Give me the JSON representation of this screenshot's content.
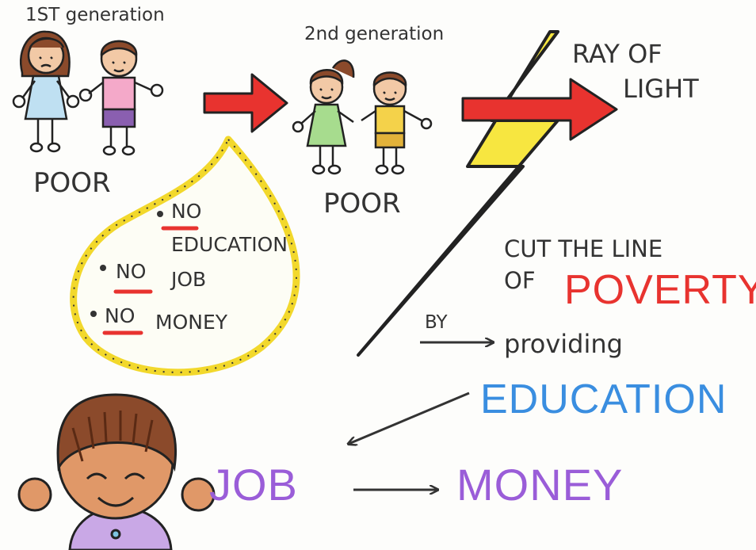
{
  "gen1": {
    "label": "1ST generation",
    "status": "POOR"
  },
  "gen2": {
    "label": "2nd generation",
    "status": "POOR"
  },
  "bubble": {
    "items": [
      {
        "neg": "NO",
        "rest": "EDUCATION"
      },
      {
        "neg": "NO",
        "rest": "JOB"
      },
      {
        "neg": "NO",
        "rest": "MONEY"
      }
    ]
  },
  "ray": {
    "line1": "RAY OF",
    "line2": "LIGHT"
  },
  "cut": {
    "line1": "CUT THE LINE",
    "line2": "OF",
    "keyword": "POVERTY"
  },
  "by": "BY",
  "providing": "providing",
  "education": "EDUCATION",
  "job": "JOB",
  "money": "MONEY",
  "colors": {
    "ink": "#333333",
    "red": "#e8332f",
    "yellow": "#f7e640",
    "blue": "#3a8ee0",
    "purple": "#9a5dd8",
    "skin": "#d98a5e",
    "hair": "#8b4a2b"
  }
}
